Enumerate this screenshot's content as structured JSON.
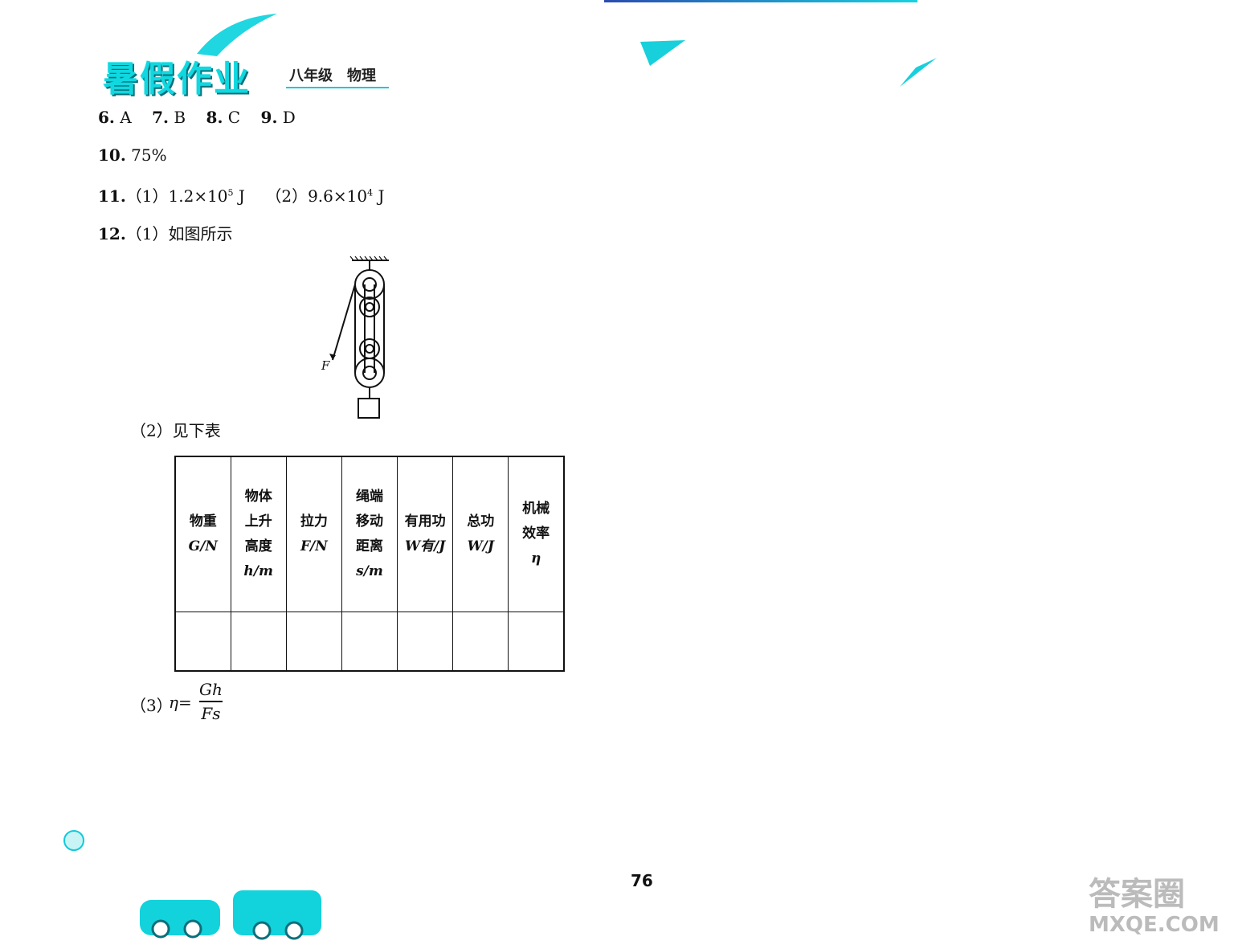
{
  "header": {
    "logo_text": "暑假作业",
    "grade_subject": "八年级　物理"
  },
  "answers": [
    {
      "num": "6.",
      "text": "A"
    },
    {
      "num": "7.",
      "text": "B"
    },
    {
      "num": "8.",
      "text": "C"
    },
    {
      "num": "9.",
      "text": "D"
    }
  ],
  "a10": {
    "num": "10.",
    "text": "75%"
  },
  "a11": {
    "num": "11.",
    "p1": "（1）1.2×10",
    "e1": "5",
    "u1": " J",
    "p2": "（2）9.6×10",
    "e2": "4",
    "u2": " J"
  },
  "a12": {
    "num": "12.",
    "text": "（1）如图所示"
  },
  "diagram": {
    "force_label": "F"
  },
  "part2_label": "（2）见下表",
  "table": {
    "headers": [
      {
        "l1": "物重",
        "l2": "G/N"
      },
      {
        "l1": "物体",
        "l2": "上升",
        "l3": "高度",
        "l4": "h/m"
      },
      {
        "l1": "拉力",
        "l2": "F/N"
      },
      {
        "l1": "绳端",
        "l2": "移动",
        "l3": "距离",
        "l4": "s/m"
      },
      {
        "l1": "有用功",
        "l2": "W有/J"
      },
      {
        "l1": "总功",
        "l2": "W/J"
      },
      {
        "l1": "机械",
        "l2": "效率",
        "l3": "η"
      }
    ]
  },
  "part3": {
    "label": "（3）",
    "lhs": "η=",
    "num": "Gh",
    "den": "Fs"
  },
  "page_number": "76",
  "watermark": {
    "line1": "答案圈",
    "line2": "MXQE.COM"
  },
  "colors": {
    "accent": "#13c9d8",
    "logo_shadow": "#0a6f7a"
  }
}
